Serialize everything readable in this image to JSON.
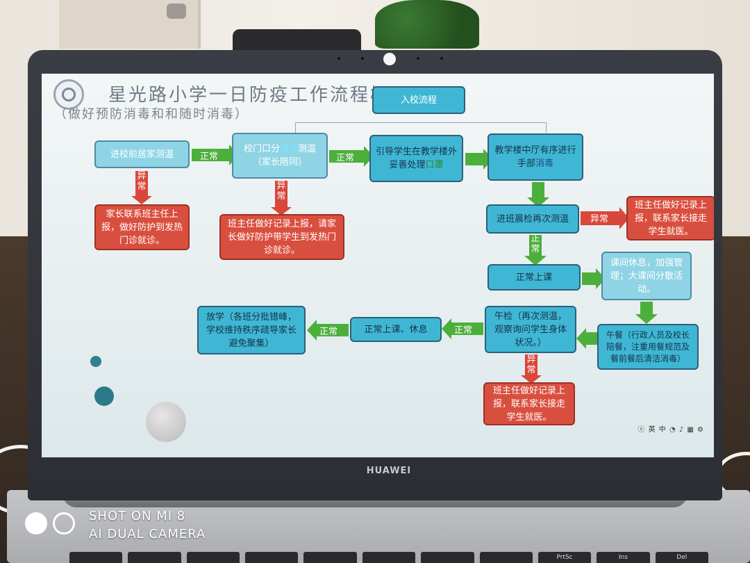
{
  "slide": {
    "title": "星光路小学一日防疫工作流程概",
    "subtitle": "（做好预防消毒和和随时消毒）"
  },
  "nodes": {
    "entry_flow": "入校流程",
    "home_temp": "进校前居家测温",
    "gate_temp_a": "校门口分",
    "gate_temp_hl": "通道",
    "gate_temp_b": "测温（家长陪同）",
    "guide_a": "引导学生在教学楼外妥善处理",
    "guide_hl": "口罩",
    "hall_a": "教学楼中厅有序进行手部",
    "hall_hl": "消毒",
    "class_check": "进班晨检再次测温",
    "normal_class": "正常上课",
    "break_mgmt": "课间休息，加强管理；大课间分散活动。",
    "lunch": "午餐（行政人员及校长陪餐，注重用餐规范及餐前餐后清洁消毒）",
    "noon_check": "午检（再次测温，观察询问学生身体状况。）",
    "afternoon": "正常上课、休息",
    "dismiss": "放学（各班分批错峰，学校维持秩序疏导家长避免聚集）",
    "abn_home": "家长联系班主任上报，做好防护到发热门诊就诊。",
    "abn_gate": "班主任做好记录上报，请家长做好防护带学生到发热门诊就诊。",
    "abn_class": "班主任做好记录上报，联系家长接走学生就医。",
    "abn_noon": "班主任做好记录上报，联系家长接走学生就医。"
  },
  "labels": {
    "normal": "正常",
    "abnormal": "异常"
  },
  "taskbar": "ⓢ 英 中 ◔ ♪ ▦ ⚙",
  "laptop": {
    "brand": "HUAWEI"
  },
  "photo_watermark": {
    "line1": "SHOT ON MI 8",
    "line2": "AI DUAL CAMERA"
  },
  "keyboard_keys": [
    "",
    "",
    "",
    "",
    "",
    "",
    "",
    "",
    "PrtSc",
    "Ins",
    "Del"
  ],
  "colors": {
    "box_blue": "#3fb7d4",
    "box_red": "#d94f3f",
    "arrow_green": "#4caf3c",
    "arrow_red": "#d9473a"
  }
}
